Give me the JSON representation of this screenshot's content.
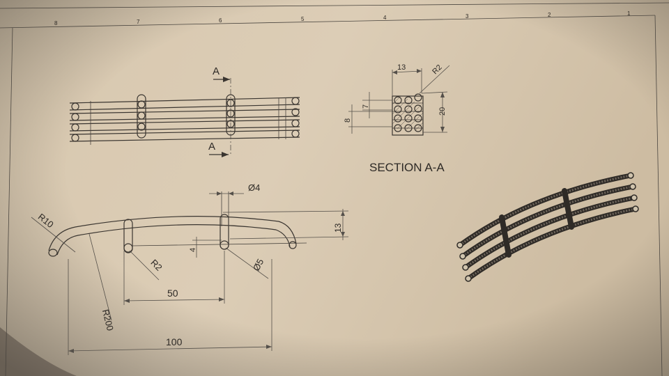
{
  "sheet": {
    "border_numbers": [
      "8",
      "7",
      "6",
      "5",
      "4",
      "3",
      "2",
      "1"
    ],
    "colors": {
      "paper": "#d9cbb4",
      "ink": "#3a3530",
      "shadow": "#5b5047"
    }
  },
  "top_view": {
    "section_label_top": "A",
    "section_label_bottom": "A"
  },
  "section_view": {
    "title": "SECTION A-A",
    "dim_width": "13",
    "dim_radius": "R2",
    "dim_pitch": "7",
    "dim_left": "8",
    "dim_height": "20"
  },
  "front_view": {
    "dim_end_radius": "R10",
    "dim_diameter_top": "Ø4",
    "dim_small_radius": "R2",
    "dim_offset": "4",
    "dim_height": "13",
    "dim_hole": "Ø5",
    "dim_spacing": "50",
    "dim_arc_radius": "R200",
    "dim_length": "100"
  },
  "iso_view": {
    "icon": "3d-render-icon"
  }
}
